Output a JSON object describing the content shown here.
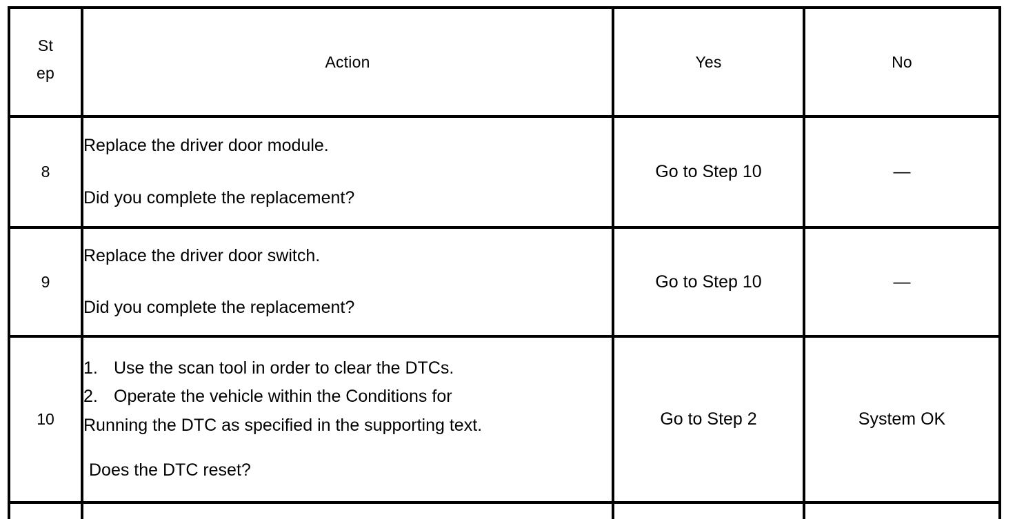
{
  "table": {
    "columns": [
      {
        "key": "step",
        "label_lines": [
          "St",
          "ep"
        ],
        "label": "Step"
      },
      {
        "key": "action",
        "label": "Action"
      },
      {
        "key": "yes",
        "label": "Yes"
      },
      {
        "key": "no",
        "label": "No"
      }
    ],
    "rows": [
      {
        "step": "8",
        "action": {
          "instruction": "Replace the driver door module.",
          "question": "Did you complete the replacement?"
        },
        "yes": "Go to Step 10",
        "no": "—"
      },
      {
        "step": "9",
        "action": {
          "instruction": "Replace the driver door switch.",
          "question": "Did you complete the replacement?"
        },
        "yes": "Go to Step 10",
        "no": "—"
      },
      {
        "step": "10",
        "action": {
          "list": [
            {
              "marker": "1.",
              "text": "Use the scan tool in order to clear the DTCs."
            },
            {
              "marker": "2.",
              "text": "Operate the vehicle within the Conditions for"
            }
          ],
          "continuation": "Running the DTC as specified in the supporting text.",
          "question": "Does the DTC reset?"
        },
        "yes": "Go to Step 2",
        "no": "System OK"
      }
    ]
  },
  "colors": {
    "border": "#000000",
    "background": "#ffffff",
    "text": "#000000"
  }
}
